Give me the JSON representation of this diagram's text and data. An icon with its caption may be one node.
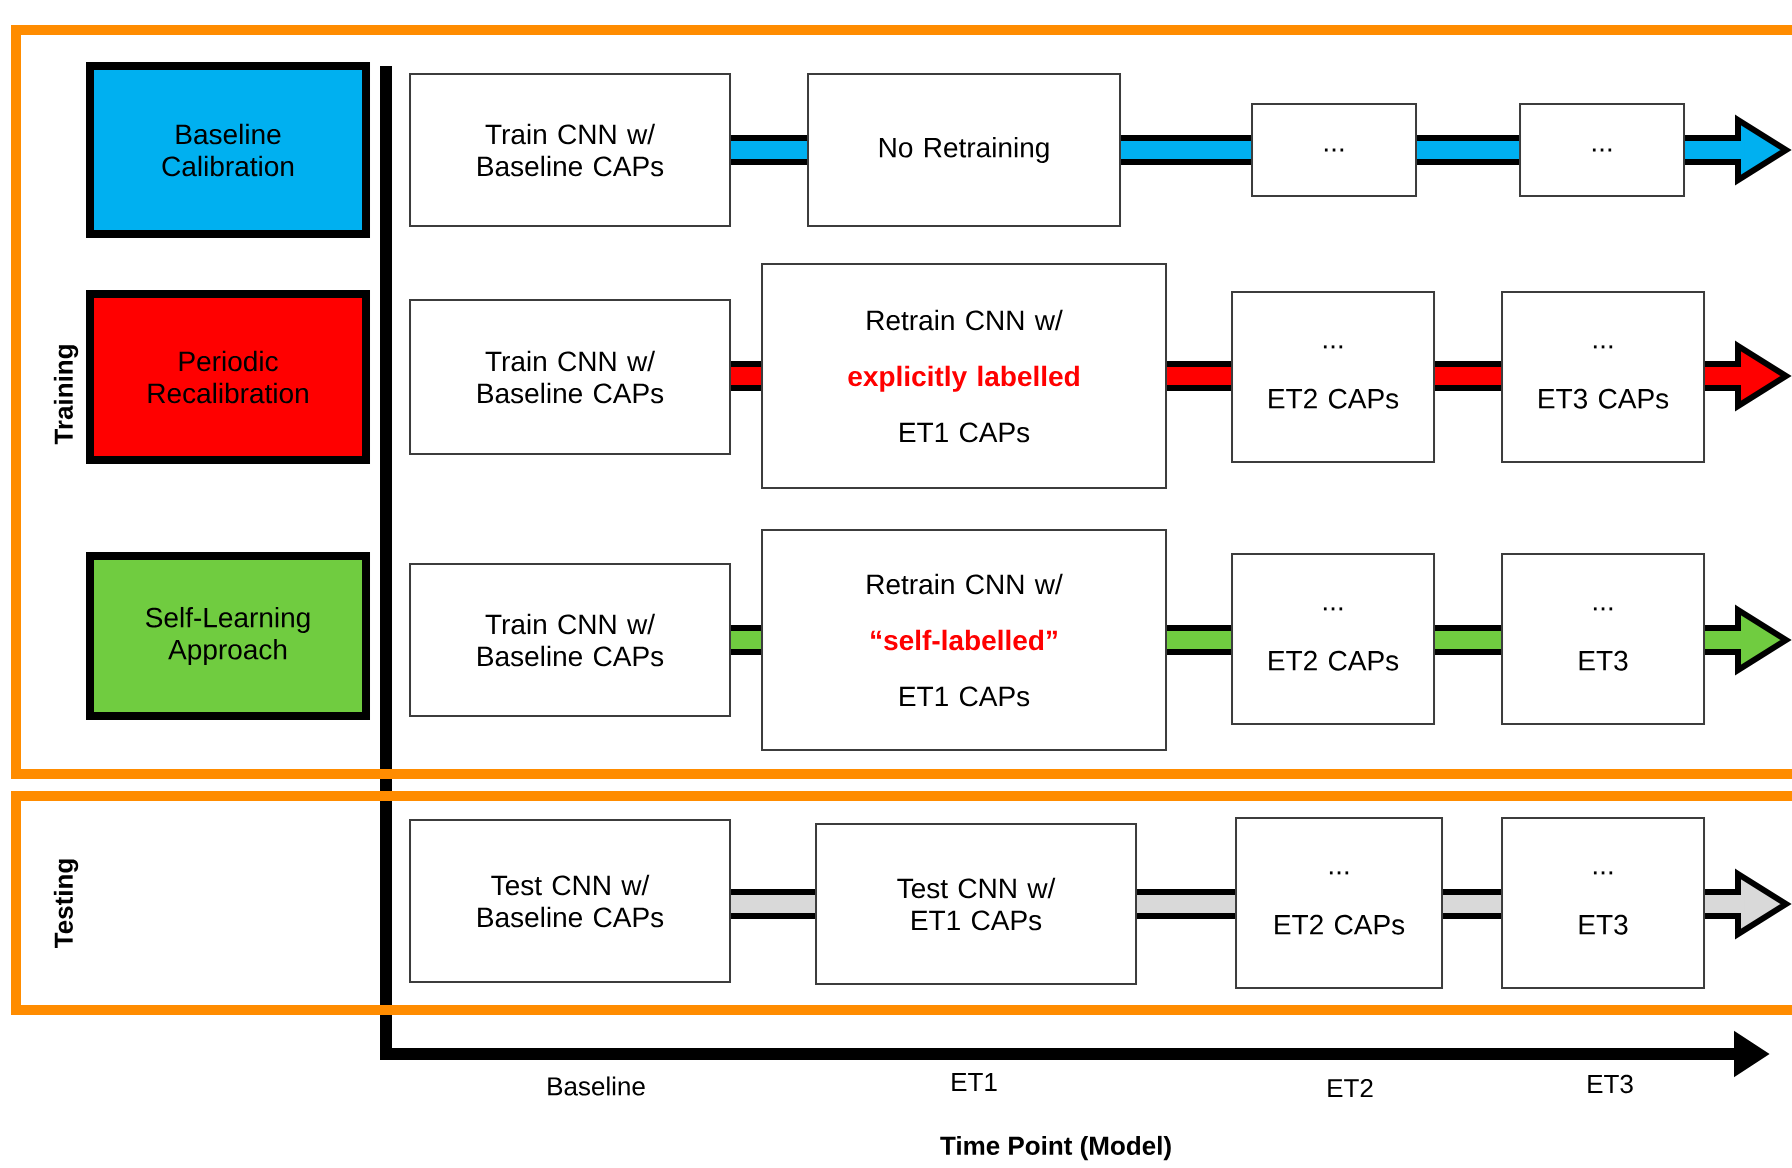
{
  "diagram": {
    "nodes": [
      {
        "text": [
          "Training"
        ]
      },
      {
        "text": [
          "Testing"
        ]
      },
      {
        "text": [
          "Baseline Calibration"
        ],
        "in": 0
      },
      {
        "text": [
          "Periodic Recalibration"
        ],
        "in": 0
      },
      {
        "text": [
          "Self-Learning Approach"
        ],
        "in": 0
      },
      {
        "text": [
          "Train CNN w/ Baseline CAPs"
        ],
        "in": 0
      },
      {
        "text": [
          "No Retraining"
        ],
        "in": 0
      },
      {
        "text": [
          "..."
        ],
        "in": 0
      },
      {
        "text": [
          "..."
        ],
        "in": 0
      },
      {
        "text": [
          "Train CNN w/ Baseline CAPs"
        ],
        "in": 0
      },
      {
        "text": [
          "Retrain CNN w/",
          "explicitly labelled",
          "ET1 CAPs"
        ],
        "in": 0
      },
      {
        "text": [
          "...",
          "ET2 CAPs"
        ],
        "in": 0
      },
      {
        "text": [
          "...",
          "ET3 CAPs"
        ],
        "in": 0
      },
      {
        "text": [
          "Train CNN w/ Baseline CAPs"
        ],
        "in": 0
      },
      {
        "text": [
          "Retrain CNN w/",
          "“self-labelled”",
          "ET1 CAPs"
        ],
        "in": 0
      },
      {
        "text": [
          "...",
          "ET2 CAPs"
        ],
        "in": 0
      },
      {
        "text": [
          "...",
          "ET3"
        ],
        "in": 0
      },
      {
        "text": [
          "Test CNN w/ Baseline CAPs"
        ],
        "in": 1
      },
      {
        "text": [
          "Test CNN w/ ET1 CAPs"
        ],
        "in": 1
      },
      {
        "text": [
          "...",
          "ET2 CAPs"
        ],
        "in": 1
      },
      {
        "text": [
          "...",
          "ET3"
        ],
        "in": 1
      }
    ],
    "edges": [
      {
        "from": 5,
        "to": 6,
        "arrow": "none",
        "color": "#00b0f0"
      },
      {
        "from": 6,
        "to": 7,
        "arrow": "none",
        "color": "#00b0f0"
      },
      {
        "from": 7,
        "to": 8,
        "arrow": "none",
        "color": "#00b0f0"
      },
      {
        "from": 8,
        "to": null,
        "arrow": "to",
        "color": "#00b0f0"
      },
      {
        "from": 9,
        "to": 10,
        "arrow": "none",
        "color": "#ff0000"
      },
      {
        "from": 10,
        "to": 11,
        "arrow": "none",
        "color": "#ff0000"
      },
      {
        "from": 11,
        "to": 12,
        "arrow": "none",
        "color": "#ff0000"
      },
      {
        "from": 12,
        "to": null,
        "arrow": "to",
        "color": "#ff0000"
      },
      {
        "from": 13,
        "to": 14,
        "arrow": "none",
        "color": "#70cc40"
      },
      {
        "from": 14,
        "to": 15,
        "arrow": "none",
        "color": "#70cc40"
      },
      {
        "from": 15,
        "to": 16,
        "arrow": "none",
        "color": "#70cc40"
      },
      {
        "from": 16,
        "to": null,
        "arrow": "to",
        "color": "#70cc40"
      },
      {
        "from": 17,
        "to": 18,
        "arrow": "none",
        "color": "#d9d9d9"
      },
      {
        "from": 18,
        "to": 19,
        "arrow": "none",
        "color": "#d9d9d9"
      },
      {
        "from": 19,
        "to": 20,
        "arrow": "none",
        "color": "#d9d9d9"
      },
      {
        "from": 20,
        "to": null,
        "arrow": "to",
        "color": "#d9d9d9"
      }
    ],
    "labels": [
      "Baseline",
      "ET1",
      "ET2",
      "ET3",
      "Time Point (Model)"
    ]
  }
}
